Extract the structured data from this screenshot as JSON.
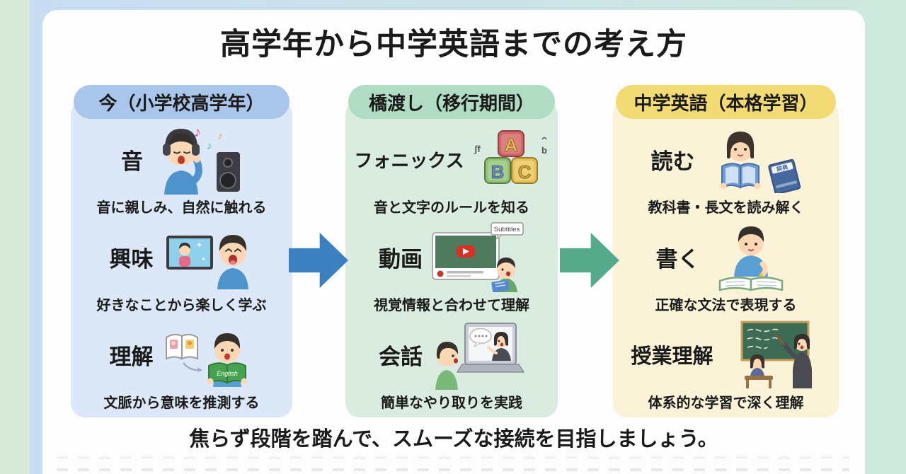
{
  "page": {
    "title": "高学年から中学英語までの考え方",
    "footer": "焦らず段階を踏んで、スムーズな接続を目指しましょう。"
  },
  "colors": {
    "page_left_strip": "#d9e9d8",
    "frame_left": "#c8ddf3",
    "frame_right": "#cde8dc",
    "card": "#fdfdfd",
    "arrow_blue": "#3d80c2",
    "arrow_green": "#54aa8b"
  },
  "columns": [
    {
      "id": "now",
      "header": "今（小学校高学年）",
      "colors": {
        "pill": "#a9c6ea",
        "body": "#dce8f8"
      },
      "items": [
        {
          "label": "音",
          "icon": "listening-music",
          "description": "音に親しみ、自然に触れる"
        },
        {
          "label": "興味",
          "icon": "watching-video",
          "description": "好きなことから楽しく学ぶ"
        },
        {
          "label": "理解",
          "icon": "reading-picture-book",
          "description": "文脈から意味を推測する"
        }
      ]
    },
    {
      "id": "bridge",
      "header": "橋渡し（移行期間）",
      "colors": {
        "pill": "#afdcc3",
        "body": "#d9ecdf"
      },
      "items": [
        {
          "label": "フォニックス",
          "icon": "abc-blocks",
          "description": "音と文字のルールを知る"
        },
        {
          "label": "動画",
          "icon": "video-subtitles",
          "description": "視覚情報と合わせて理解"
        },
        {
          "label": "会話",
          "icon": "online-conversation",
          "description": "簡単なやり取りを実践"
        }
      ]
    },
    {
      "id": "junior-high",
      "header": "中学英語（本格学習）",
      "colors": {
        "pill": "#f3db74",
        "body": "#faf3d8"
      },
      "items": [
        {
          "label": "読む",
          "icon": "reading-textbook-dictionary",
          "description": "教科書・長文を読み解く"
        },
        {
          "label": "書く",
          "icon": "writing-notebook",
          "description": "正確な文法で表現する"
        },
        {
          "label": "授業理解",
          "icon": "classroom-lesson",
          "description": "体系的な学習で深く理解"
        }
      ]
    }
  ],
  "icon_text": {
    "note": "♪",
    "sparkle": "✦",
    "subtitles": "Subtitles",
    "english_book": "English",
    "dictionary": "辞典",
    "block_a": "A",
    "block_b": "B",
    "block_c": "C",
    "phonics_marks_left": "ʃf",
    "phonics_marks_right": "b"
  }
}
